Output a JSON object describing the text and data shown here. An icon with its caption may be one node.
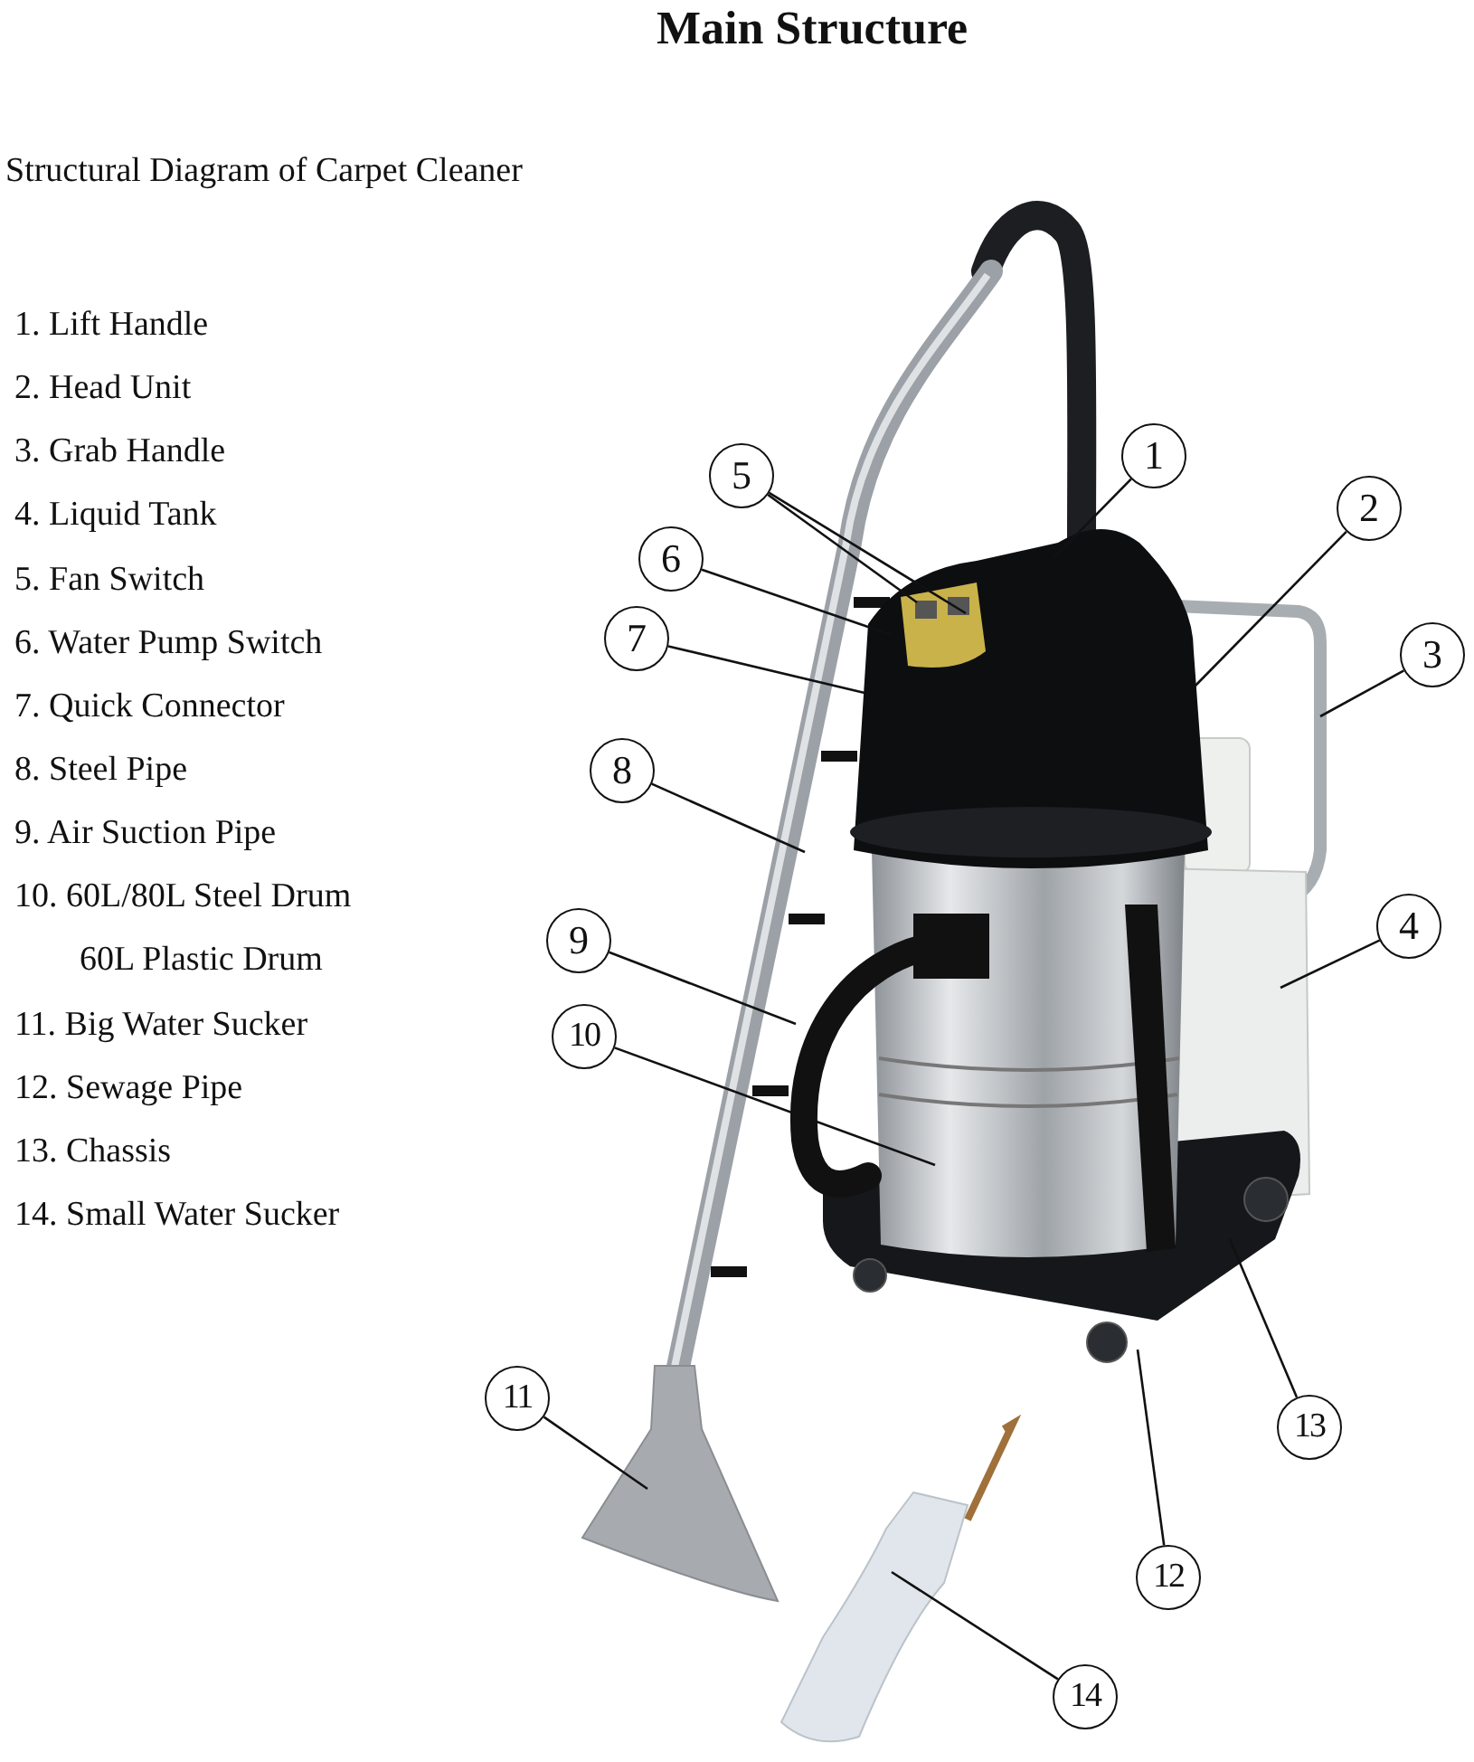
{
  "diagram": {
    "title": "Main Structure",
    "nodes": [
      {
        "text": [
          "1"
        ]
      },
      {
        "text": [
          "2"
        ]
      },
      {
        "text": [
          "3"
        ]
      },
      {
        "text": [
          "4"
        ]
      },
      {
        "text": [
          "5"
        ]
      },
      {
        "text": [
          "6"
        ]
      },
      {
        "text": [
          "7"
        ]
      },
      {
        "text": [
          "8"
        ]
      },
      {
        "text": [
          "9"
        ]
      },
      {
        "text": [
          "10"
        ]
      },
      {
        "text": [
          "11"
        ]
      },
      {
        "text": [
          "12"
        ]
      },
      {
        "text": [
          "13"
        ]
      },
      {
        "text": [
          "14"
        ]
      }
    ],
    "edges": [
      {
        "from": 0,
        "to": null,
        "arrow": "none"
      },
      {
        "from": 1,
        "to": null,
        "arrow": "none"
      },
      {
        "from": 2,
        "to": null,
        "arrow": "none"
      },
      {
        "from": 3,
        "to": null,
        "arrow": "none"
      },
      {
        "from": 4,
        "to": null,
        "arrow": "none"
      },
      {
        "from": 4,
        "to": null,
        "arrow": "none"
      },
      {
        "from": 5,
        "to": null,
        "arrow": "none"
      },
      {
        "from": 6,
        "to": null,
        "arrow": "none"
      },
      {
        "from": 7,
        "to": null,
        "arrow": "none"
      },
      {
        "from": 8,
        "to": null,
        "arrow": "none"
      },
      {
        "from": 9,
        "to": null,
        "arrow": "none"
      },
      {
        "from": 10,
        "to": null,
        "arrow": "none"
      },
      {
        "from": 11,
        "to": null,
        "arrow": "none"
      },
      {
        "from": 12,
        "to": null,
        "arrow": "none"
      },
      {
        "from": 13,
        "to": null,
        "arrow": "none"
      }
    ],
    "labels": [
      "Structural Diagram of Carpet Cleaner",
      "1. Lift Handle",
      "2. Head Unit",
      "3. Grab Handle",
      "4. Liquid Tank",
      "5. Fan Switch",
      "6. Water Pump Switch",
      "7. Quick Connector",
      "8. Steel Pipe",
      "9. Air Suction Pipe",
      "10. 60L/80L Steel Drum",
      "60L Plastic Drum",
      "11. Big Water Sucker",
      "12. Sewage Pipe",
      "13. Chassis",
      "14. Small Water Sucker"
    ]
  }
}
